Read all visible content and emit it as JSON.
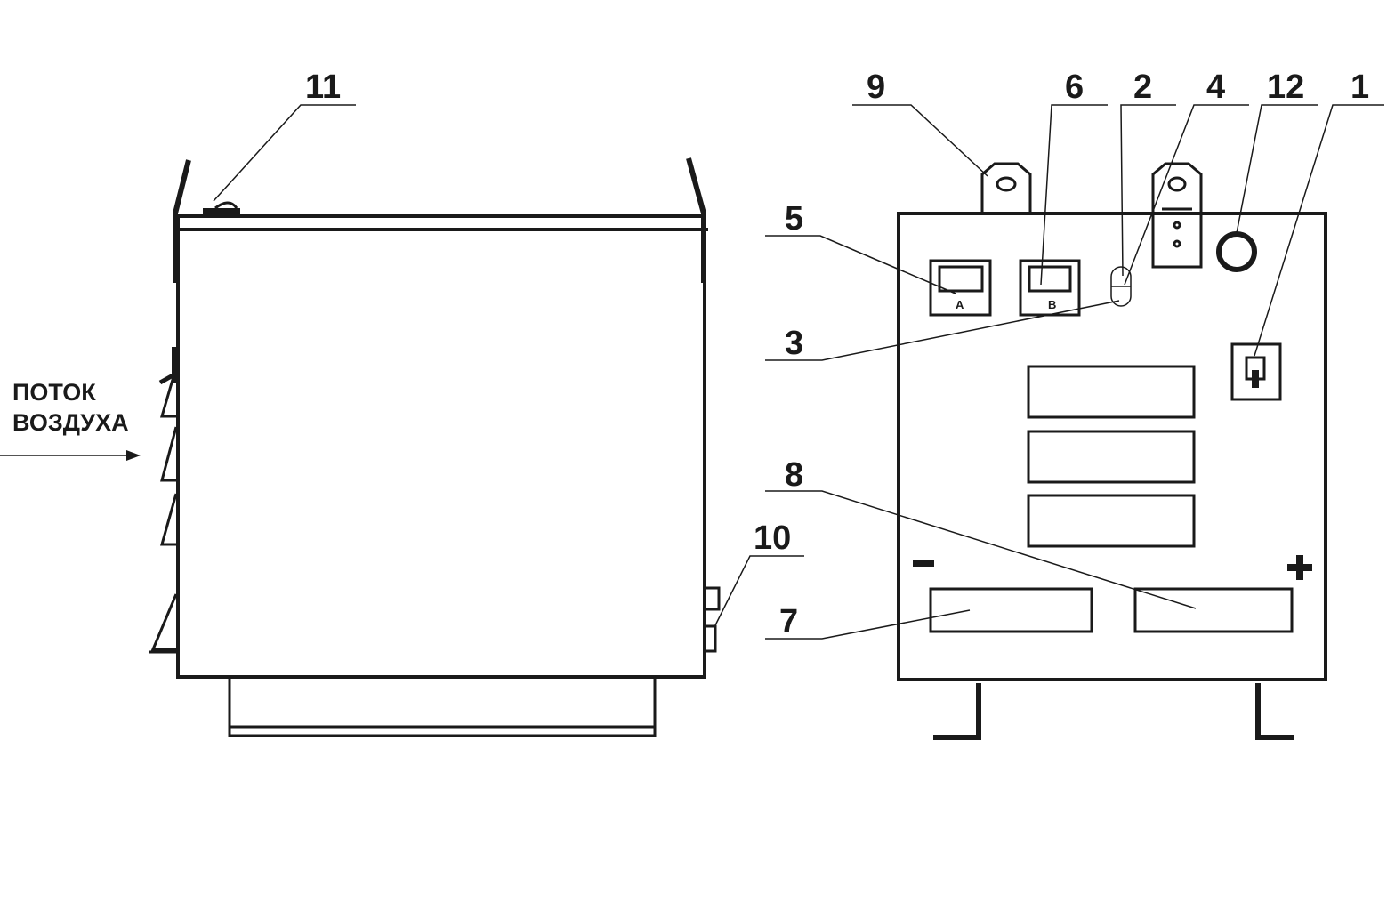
{
  "airflow": {
    "line1": "ПОТОК",
    "line2": "ВОЗДУХА"
  },
  "callouts": {
    "c1": "1",
    "c2": "2",
    "c3": "3",
    "c4": "4",
    "c5": "5",
    "c6": "6",
    "c7": "7",
    "c8": "8",
    "c9": "9",
    "c10": "10",
    "c11": "11",
    "c12": "12"
  },
  "meters": {
    "ammeter_letter": "A",
    "voltmeter_letter": "B"
  },
  "terminals": {
    "minus": "−",
    "plus": "+"
  },
  "colors": {
    "line": "#1a1a1a",
    "background": "#ffffff"
  }
}
